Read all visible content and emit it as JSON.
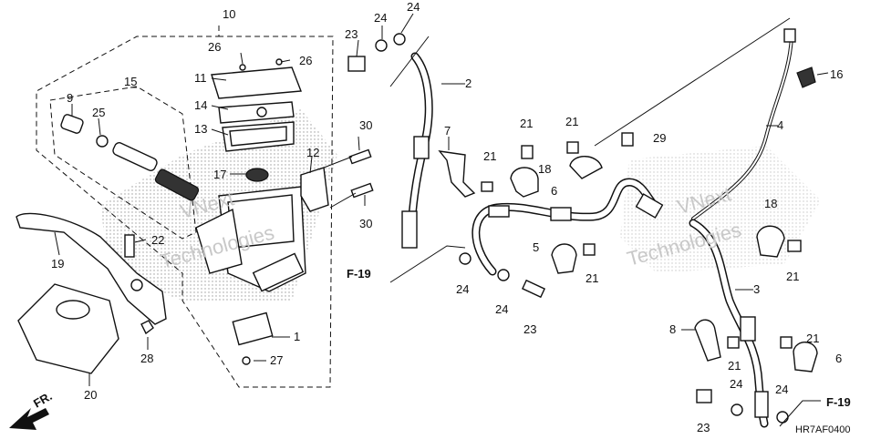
{
  "callouts": {
    "c10": "10",
    "c26a": "26",
    "c26b": "26",
    "c11": "11",
    "c14": "14",
    "c13": "13",
    "c15": "15",
    "c9": "9",
    "c25": "25",
    "c17": "17",
    "c12": "12",
    "c30a": "30",
    "c30b": "30",
    "c22": "22",
    "c19": "19",
    "c1": "1",
    "c27": "27",
    "c28": "28",
    "c20": "20",
    "c23a": "23",
    "c24a": "24",
    "c24b": "24",
    "c2": "2",
    "c7": "7",
    "c21a": "21",
    "c21b": "21",
    "c21c": "21",
    "c18a": "18",
    "c29": "29",
    "c6a": "6",
    "c5": "5",
    "c21d": "21",
    "c24c": "24",
    "c24d": "24",
    "c23b": "23",
    "c4": "4",
    "c16": "16",
    "c18b": "18",
    "c21e": "21",
    "c3": "3",
    "c8": "8",
    "c21f": "21",
    "c6b": "6",
    "c21g": "21",
    "c24e": "24",
    "c24f": "24",
    "c23c": "23"
  },
  "references": {
    "f19_left": "F-19",
    "f19_right": "F-19",
    "front": "FR."
  },
  "diagram_code": "HR7AF0400",
  "watermark": {
    "line1": "VNext",
    "line2": "Technologies"
  }
}
